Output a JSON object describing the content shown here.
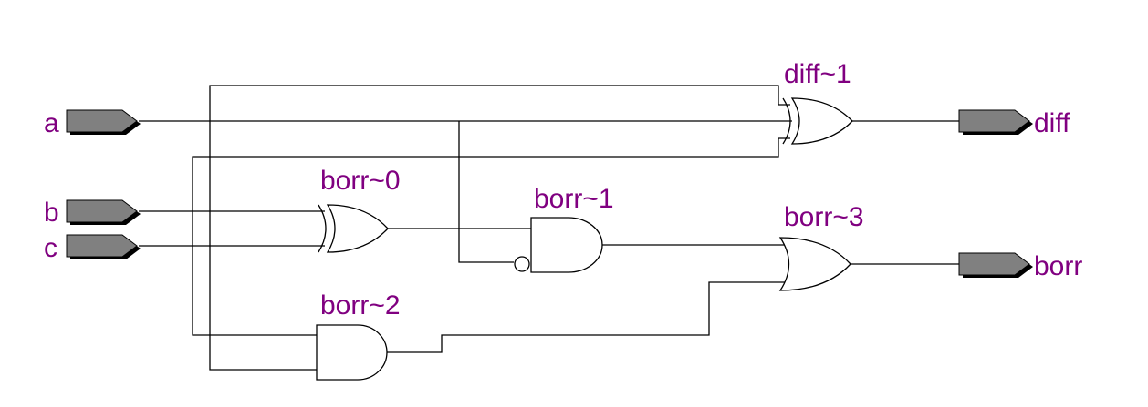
{
  "colors": {
    "label": "#800080",
    "port_fill": "#808080",
    "port_shadow": "#000000",
    "wire": "#000000",
    "background": "#ffffff"
  },
  "ports": {
    "inputs": [
      {
        "id": "a",
        "label": "a"
      },
      {
        "id": "b",
        "label": "b"
      },
      {
        "id": "c",
        "label": "c"
      }
    ],
    "outputs": [
      {
        "id": "diff",
        "label": "diff"
      },
      {
        "id": "borr",
        "label": "borr"
      }
    ]
  },
  "gates": [
    {
      "id": "diff~1",
      "label": "diff~1",
      "type": "XOR"
    },
    {
      "id": "borr~0",
      "label": "borr~0",
      "type": "XOR"
    },
    {
      "id": "borr~1",
      "label": "borr~1",
      "type": "AND",
      "inverted_input": "a"
    },
    {
      "id": "borr~2",
      "label": "borr~2",
      "type": "AND"
    },
    {
      "id": "borr~3",
      "label": "borr~3",
      "type": "OR"
    }
  ]
}
